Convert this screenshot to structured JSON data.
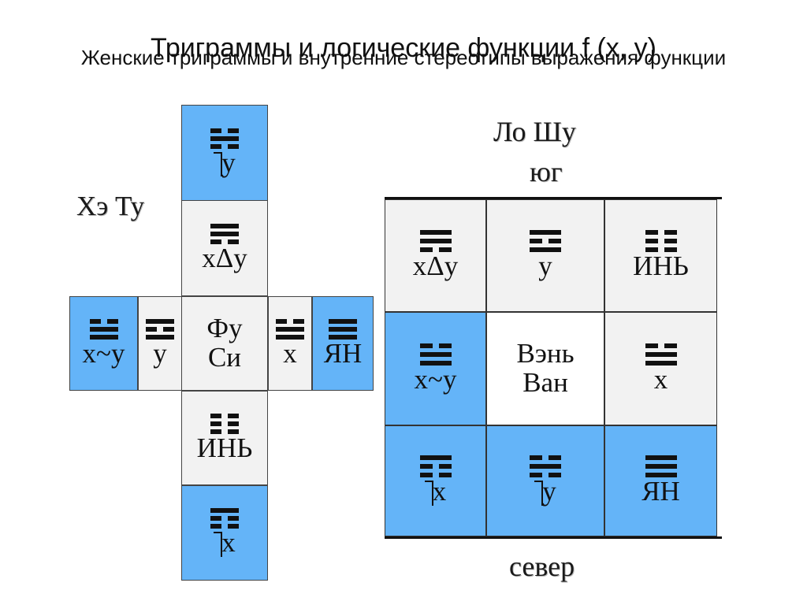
{
  "title": {
    "main": "Триграммы и логические функции f (x, y)",
    "overlay": "Женские триграммы и внутренние стереотипы выражения функции"
  },
  "he_tu": {
    "label": "Хэ Ту",
    "cells": {
      "top": {
        "text": "y",
        "negated": true
      },
      "upper": {
        "text": "xΔy"
      },
      "left_outer": {
        "text": "x~y"
      },
      "left_inner": {
        "text": "y"
      },
      "center_line1": "Фу",
      "center_line2": "Си",
      "right_inner": {
        "text": "x"
      },
      "right_outer": {
        "text": "ЯН"
      },
      "lower": {
        "text": "ИНЬ"
      },
      "bottom": {
        "text": "x",
        "negated": true
      }
    }
  },
  "lo_shu": {
    "label": "Ло Шу",
    "south": "юг",
    "north": "север",
    "cells": [
      {
        "text": "xΔy",
        "negated": false
      },
      {
        "text": "y",
        "negated": false
      },
      {
        "text": "ИНЬ",
        "negated": false
      },
      {
        "text": "x~y",
        "negated": false
      },
      {
        "line1": "Вэнь",
        "line2": "Ван"
      },
      {
        "text": "x",
        "negated": false
      },
      {
        "text": "x",
        "negated": true
      },
      {
        "text": "y",
        "negated": true
      },
      {
        "text": "ЯН",
        "negated": false
      }
    ]
  },
  "colors": {
    "blue": "#64b4f8",
    "gray": "#f2f2f2",
    "white": "#ffffff",
    "line": "#111111"
  }
}
